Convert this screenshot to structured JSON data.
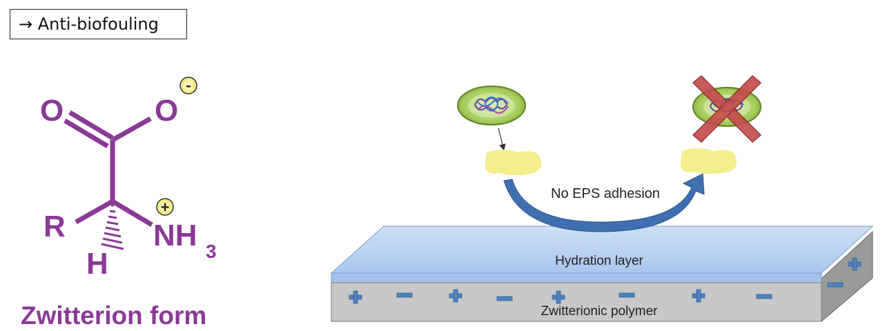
{
  "header": {
    "label": "→ Anti-biofouling"
  },
  "molecule": {
    "atoms": {
      "carbonyl_o": "O",
      "carboxylate_o": "O",
      "negative_charge": "-",
      "r_group": "R",
      "hydrogen": "H",
      "amine": "NH",
      "amine_subscript": "3",
      "positive_charge": "+"
    },
    "caption": "Zwitterion form",
    "color": "#8a3a96"
  },
  "scheme": {
    "arrow_label": "No EPS adhesion",
    "hydration_label": "Hydration layer",
    "polymer_label": "Zwitterionic polymer",
    "charges": [
      "+",
      "−",
      "+",
      "−",
      "+",
      "−",
      "+",
      "−"
    ],
    "side_charges": [
      "+",
      "−"
    ],
    "colors": {
      "hydration_layer": "#b9d3f2",
      "polymer_slab": "#c8c8c8",
      "arrow": "#3f6fb0",
      "bacterium": "#9ac44e",
      "eps": "#f4ee8c",
      "cross": "#c44a4a",
      "charge": "#4f81bd"
    }
  }
}
